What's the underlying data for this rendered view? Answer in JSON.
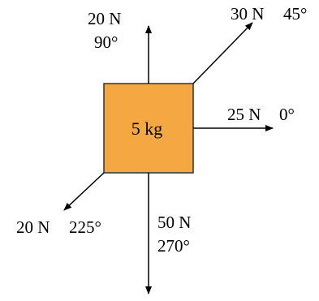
{
  "colors": {
    "box_fill": "#f5a842",
    "box_stroke": "#333333",
    "arrow": "#000000"
  },
  "mass": {
    "label": "5 kg"
  },
  "forces": [
    {
      "magnitude": "20 N",
      "angle": "90°"
    },
    {
      "magnitude": "30 N",
      "angle": "45°"
    },
    {
      "magnitude": "25 N",
      "angle": "0°"
    },
    {
      "magnitude": "20 N",
      "angle": "225°"
    },
    {
      "magnitude": "50 N",
      "angle": "270°"
    }
  ]
}
